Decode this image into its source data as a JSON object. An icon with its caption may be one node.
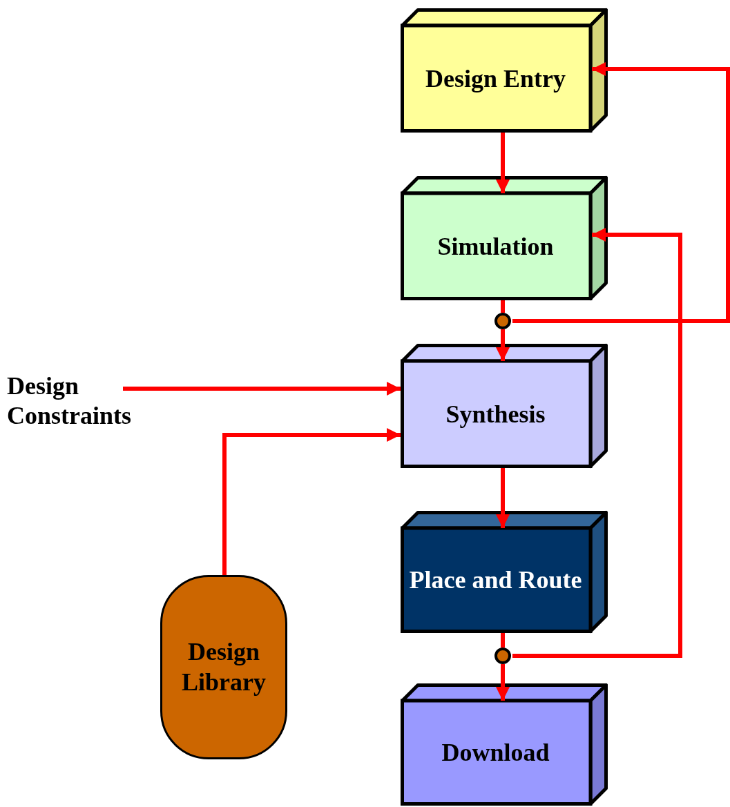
{
  "diagram": {
    "nodes": [
      {
        "text": [
          "Design Entry"
        ]
      },
      {
        "text": [
          "Simulation"
        ]
      },
      {
        "text": [],
        "shape": "circle"
      },
      {
        "text": [
          "Synthesis"
        ]
      },
      {
        "text": [
          "Place and Route"
        ]
      },
      {
        "text": [],
        "shape": "circle"
      },
      {
        "text": [
          "Download"
        ]
      },
      {
        "text": [
          "Design Constraints"
        ]
      },
      {
        "text": [
          "Design Library"
        ]
      }
    ],
    "edges": [
      {
        "from": 0,
        "to": 1,
        "arrow": "to"
      },
      {
        "from": 1,
        "to": 2,
        "arrow": "none"
      },
      {
        "from": 2,
        "to": 3,
        "arrow": "to"
      },
      {
        "from": 2,
        "to": 0,
        "arrow": "to"
      },
      {
        "from": 3,
        "to": 4,
        "arrow": "to"
      },
      {
        "from": 4,
        "to": 5,
        "arrow": "none"
      },
      {
        "from": 5,
        "to": 6,
        "arrow": "to"
      },
      {
        "from": 5,
        "to": 1,
        "arrow": "to"
      },
      {
        "from": 7,
        "to": 3,
        "arrow": "to"
      },
      {
        "from": 8,
        "to": 3,
        "arrow": "to"
      }
    ]
  }
}
